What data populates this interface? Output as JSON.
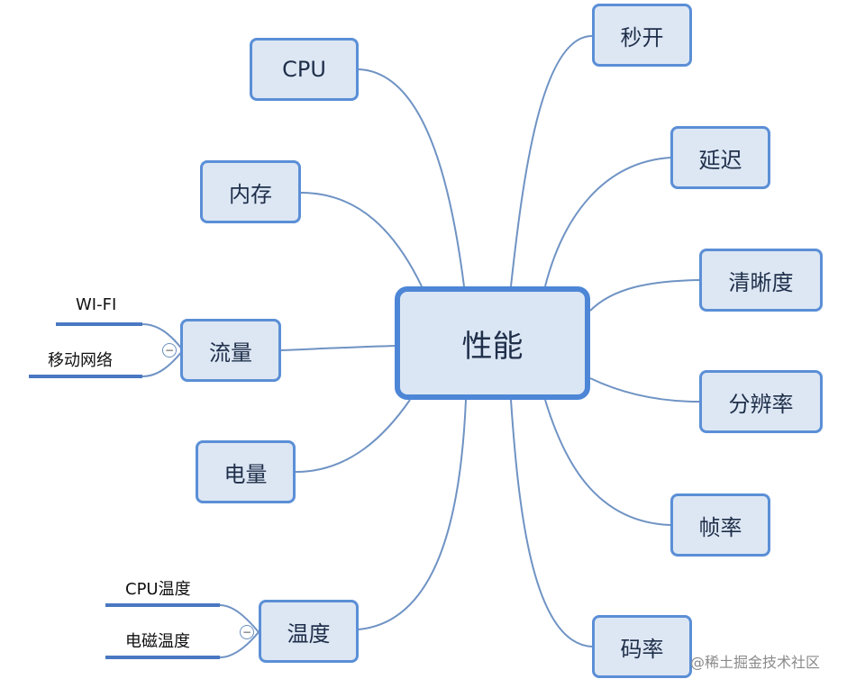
{
  "center": {
    "label": "性能"
  },
  "left_nodes": {
    "cpu": "CPU",
    "memory": "内存",
    "traffic": "流量",
    "battery": "电量",
    "temperature": "温度"
  },
  "right_nodes": {
    "instant_open": "秒开",
    "latency": "延迟",
    "clarity": "清晰度",
    "resolution": "分辨率",
    "frame_rate": "帧率",
    "bitrate": "码率"
  },
  "traffic_children": [
    "WI-FI",
    "移动网络"
  ],
  "temperature_children": [
    "CPU温度",
    "电磁温度"
  ],
  "collapse_symbol": "−",
  "watermark": "@稀土掘金技术社区",
  "colors": {
    "node_fill": "#dde7f4",
    "node_border": "#5b8fd6",
    "link": "#6f93c4",
    "leaf_underline": "#4a78c2"
  }
}
